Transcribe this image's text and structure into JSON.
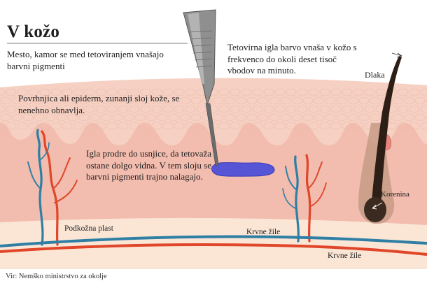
{
  "title": "V kožo",
  "subtitle": "Mesto, kamor se med tetoviranjem vnašajo barvni pigmenti",
  "needle_note": "Tetovirna igla barvo vnaša v kožo s frekvenco do okoli deset tisoč vbodov na minuto.",
  "hair_label": "Dlaka",
  "epidermis_note": "Povrhnjica ali epiderm, zunanji sloj kože, se nenehno obnavlja.",
  "dermis_note": "Igla prodre do usnjice, da tetovaža ostane dolgo vidna. V tem sloju se barvni pigmenti trajno nalagajo.",
  "root_label": "Korenina",
  "fat_label": "Podkožna plast",
  "vessel_label_1": "Krvne žile",
  "vessel_label_2": "Krvne žile",
  "source": "Vir: Nemško ministrstvo za okolje",
  "colors": {
    "epidermis": "#f6d0c2",
    "dermis": "#f2bcae",
    "fat": "#fbe6d6",
    "artery": "#e0462a",
    "vein": "#2f7fa5",
    "pigment": "#5555d6",
    "needle": "#9a9a9a",
    "hair": "#2e1f16"
  }
}
